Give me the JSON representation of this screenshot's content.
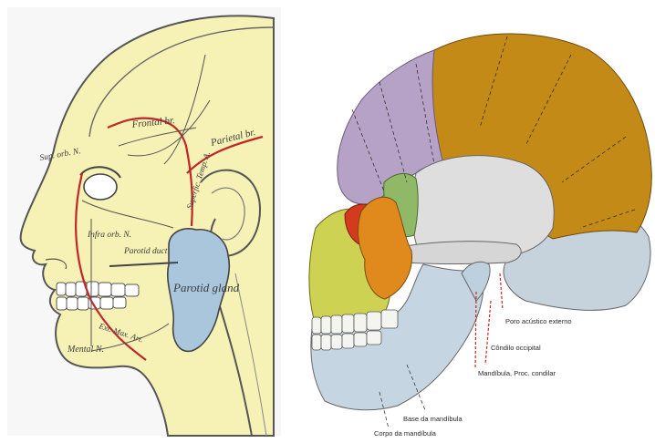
{
  "left_figure": {
    "labels": {
      "frontal": "Frontal br.",
      "parietal": "Parietal br.",
      "sup_orb": "Sup. orb. N.",
      "superfic_temp": "Superfic. Temp. A.",
      "infra_orb": "Infra orb. N.",
      "parotid_duct": "Parotid duct",
      "parotid_gland": "Parotid gland",
      "ext_max_art": "Ext. Max. Art.",
      "mental_n": "Mental N."
    },
    "colors": {
      "skin": "#f6f1b4",
      "gland": "#a9c6dc",
      "artery": "#c0262a",
      "outline": "#555555"
    }
  },
  "right_figure": {
    "labels": {
      "poro": "Poro acústico externo",
      "condilo": "Côndilo occipital",
      "mandibula_proc": "Mandíbula, Proc. condilar",
      "base": "Base da mandíbula",
      "corpo": "Corpo da mandíbula"
    },
    "colors": {
      "frontal": "#b6a2c6",
      "parietal": "#c48a18",
      "temporal": "#dedede",
      "occipital": "#c7d3dc",
      "mandible": "#c5d6e2",
      "maxilla": "#cdd253",
      "zygomatic": "#e08a1e",
      "sphenoid": "#8fb867",
      "orbit": "#d43a1e",
      "leader": "#d42020"
    }
  }
}
